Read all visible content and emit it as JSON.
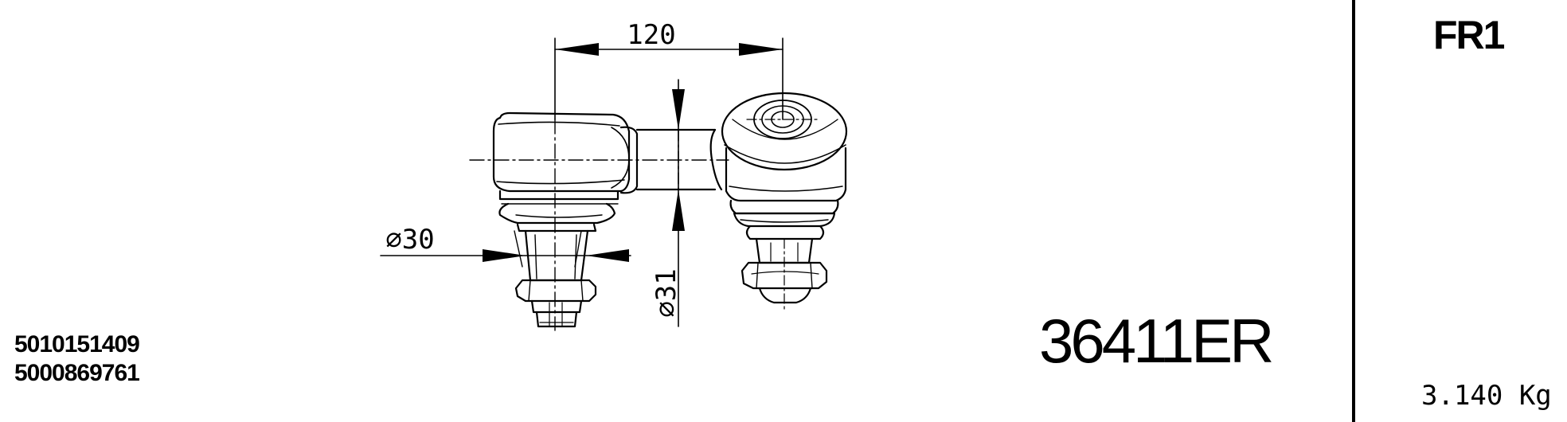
{
  "dimensions": {
    "length": "120",
    "bore_diameter": "∅30",
    "shank_diameter": "∅31"
  },
  "references": [
    "5010151409",
    "5000869761"
  ],
  "part_number": "36411ER",
  "sheet_code": "FR1",
  "weight": "3.140 Kg"
}
